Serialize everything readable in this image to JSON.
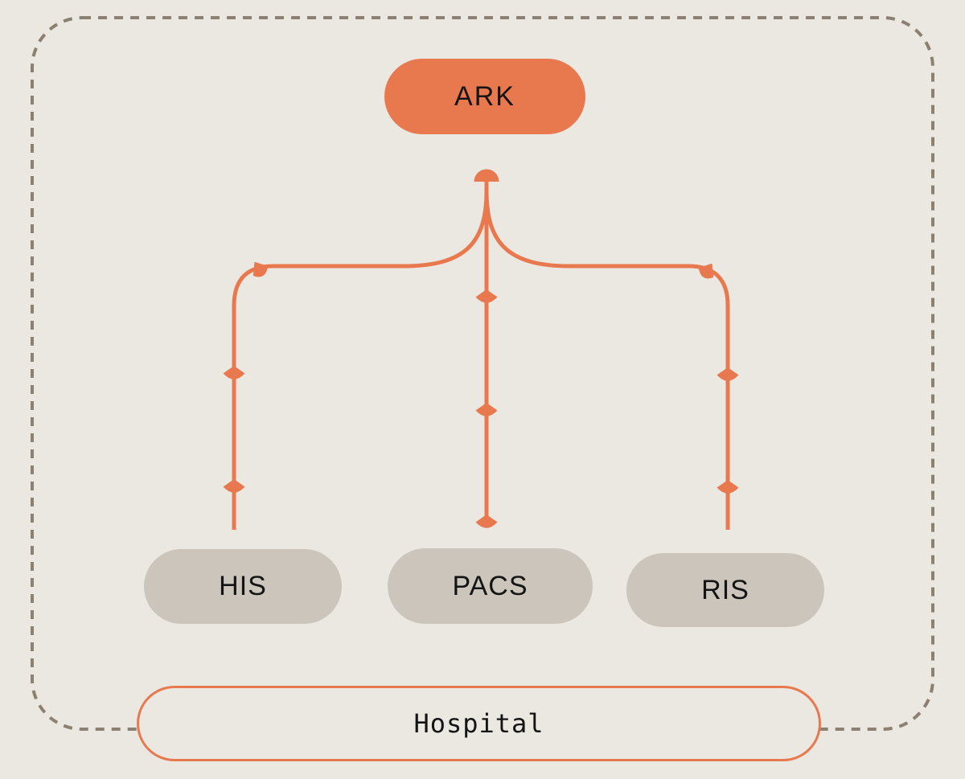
{
  "diagram": {
    "type": "tree",
    "nodes": {
      "ark": {
        "label": "ARK",
        "style": "solid-accent"
      },
      "his": {
        "label": "HIS",
        "style": "solid-gray"
      },
      "pacs": {
        "label": "PACS",
        "style": "solid-gray"
      },
      "ris": {
        "label": "RIS",
        "style": "solid-gray"
      },
      "hospital": {
        "label": "Hospital",
        "style": "outline-accent"
      }
    },
    "edges": [
      {
        "from": "his",
        "to": "ark",
        "markers": "flow-diamonds"
      },
      {
        "from": "pacs",
        "to": "ark",
        "markers": "flow-diamonds",
        "head": "dome-arrow"
      },
      {
        "from": "ris",
        "to": "ark",
        "markers": "flow-diamonds"
      }
    ],
    "container": {
      "label_node": "hospital",
      "border": "dashed-rounded"
    },
    "colors": {
      "accent": "#e8794f",
      "node_fill": "#cbc5bc",
      "background": "#ebe8e2",
      "dash": "#8a8173",
      "text": "#141414"
    }
  }
}
